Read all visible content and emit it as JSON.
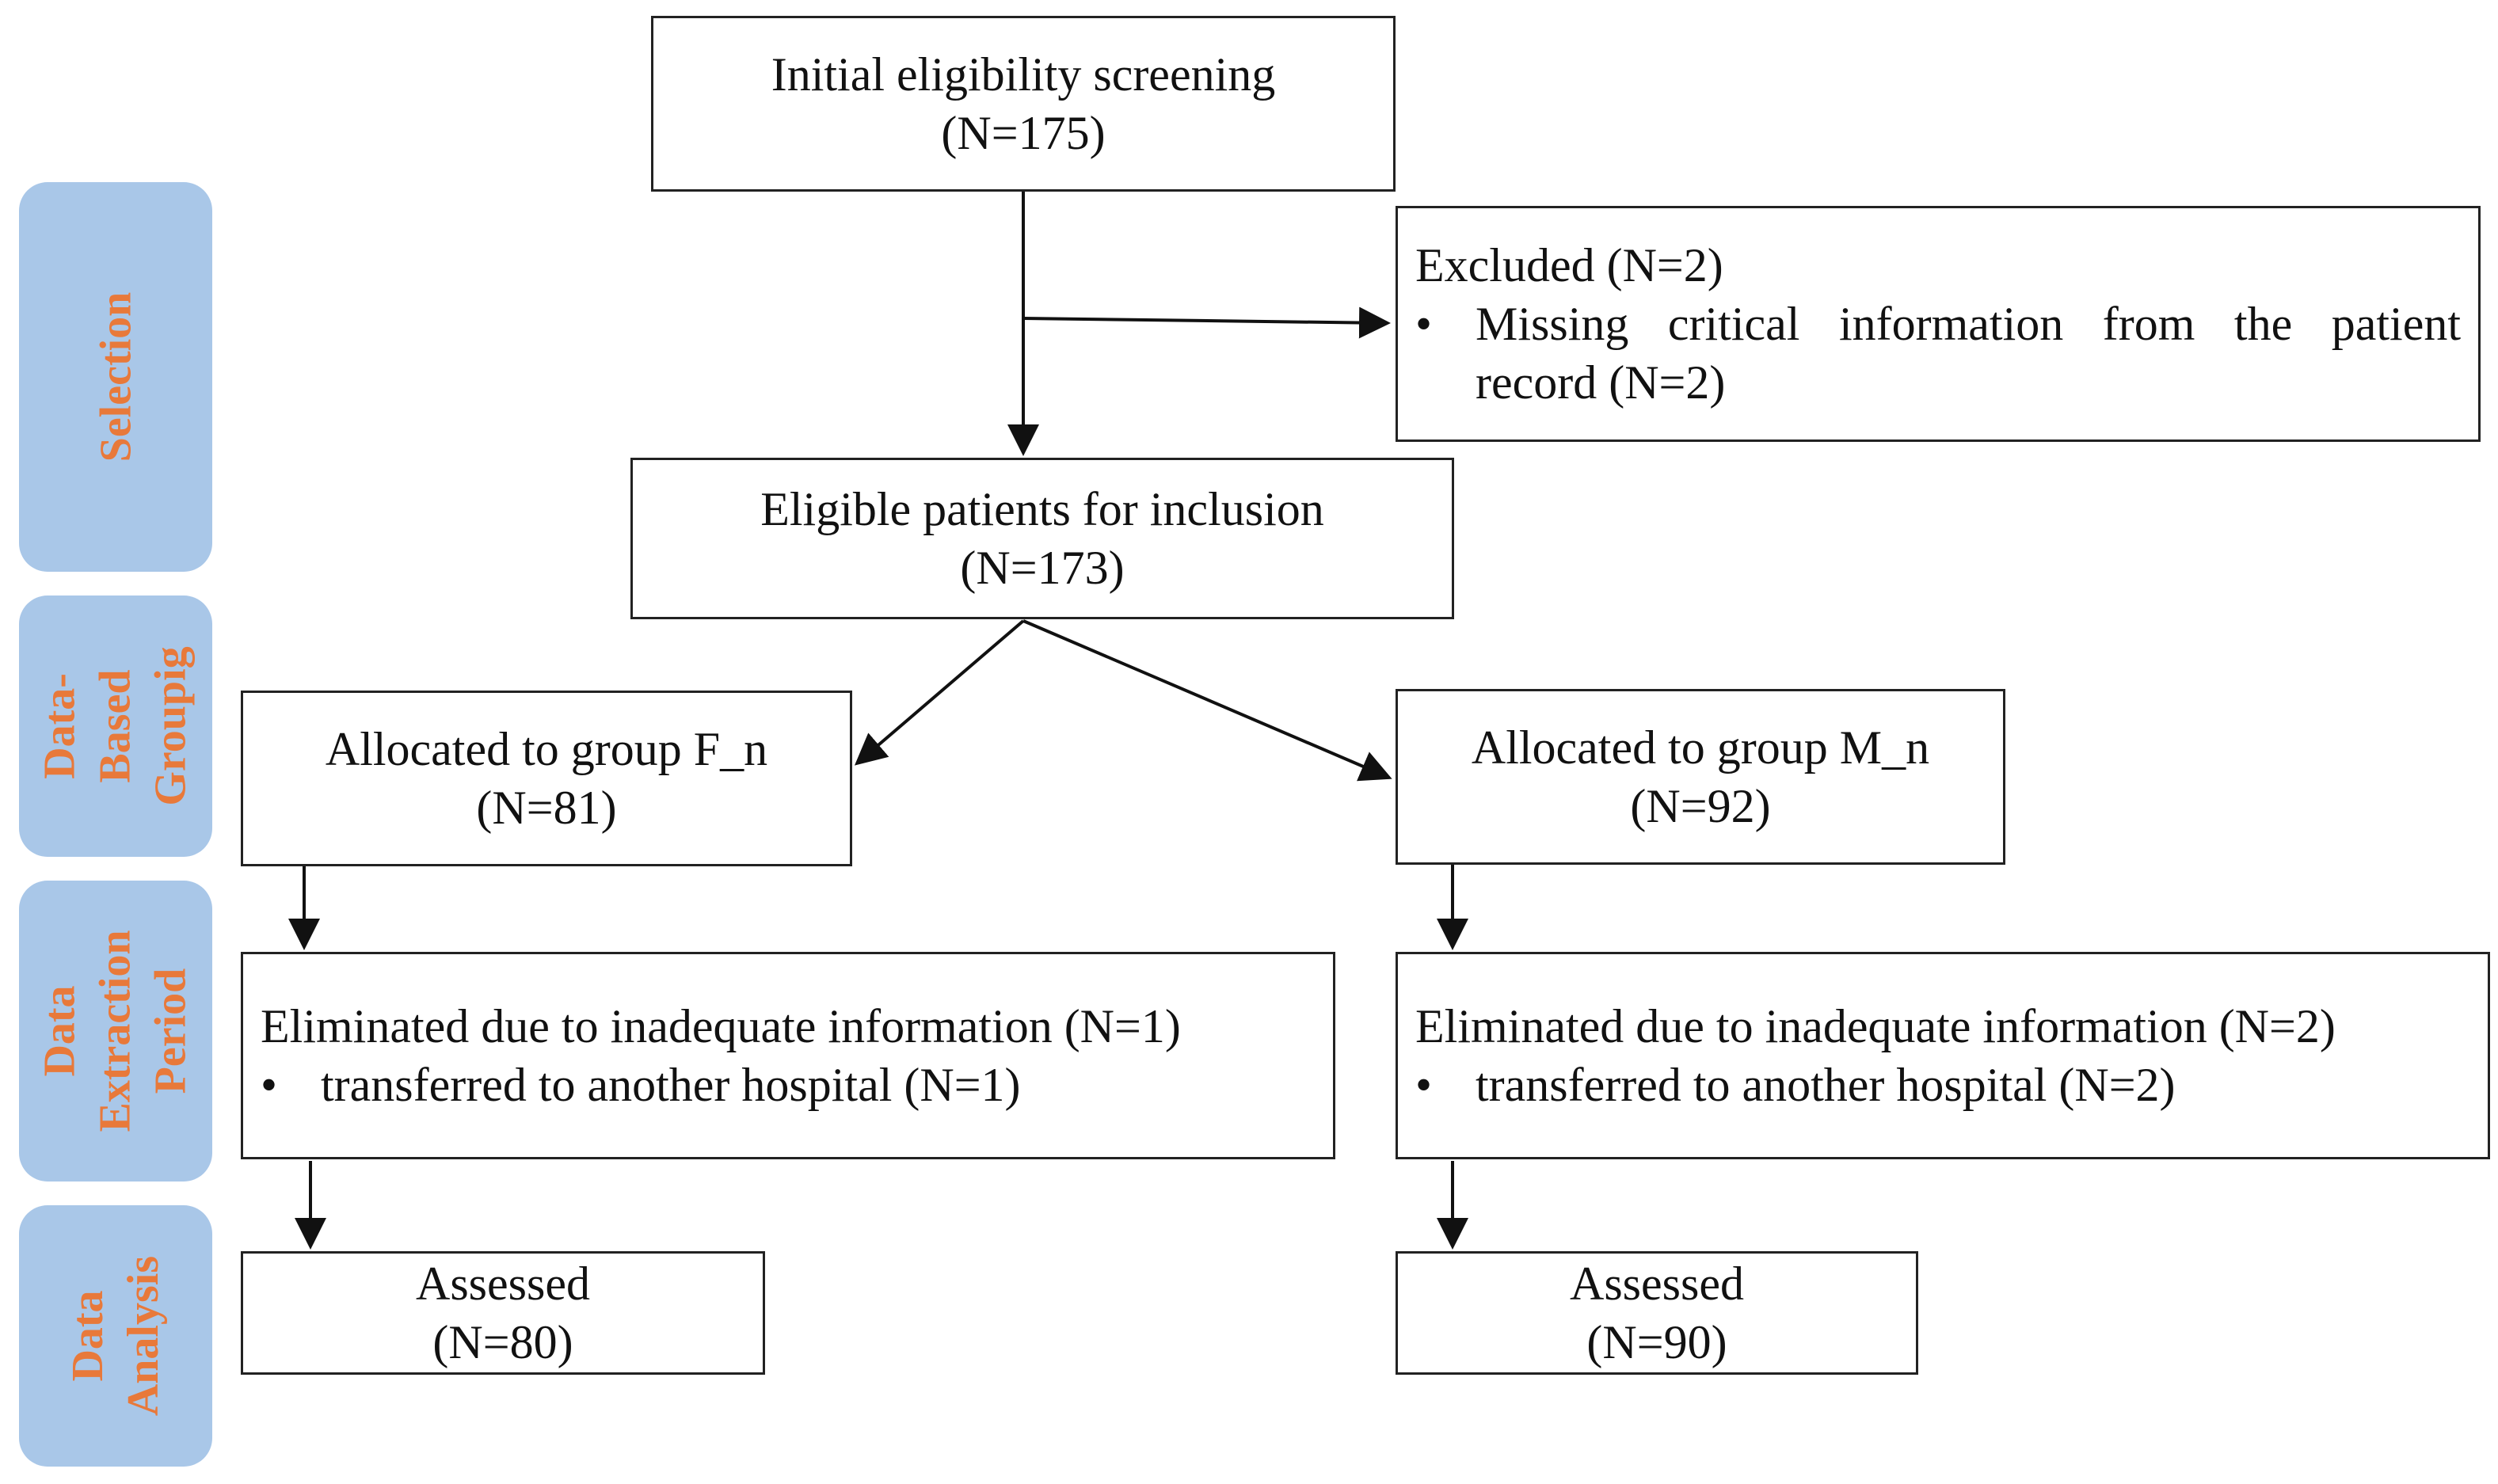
{
  "phases": [
    {
      "lines": [
        "Selection"
      ]
    },
    {
      "lines": [
        "Data-",
        "Based",
        "Groupig"
      ]
    },
    {
      "lines": [
        "Data",
        "Extraction",
        "Period"
      ]
    },
    {
      "lines": [
        "Data",
        "Analysis"
      ]
    }
  ],
  "screening": {
    "title": "Initial eligibility screening",
    "count": "(N=175)"
  },
  "excluded": {
    "title": "Excluded (N=2)",
    "bullet": "•",
    "reason_line1": "Missing critical information from the patient",
    "reason_line2": "record (N=2)"
  },
  "eligible": {
    "title": "Eligible patients for inclusion",
    "count": "(N=173)"
  },
  "group_f": {
    "title": "Allocated to group F_n",
    "count": "(N=81)"
  },
  "group_m": {
    "title": "Allocated to group M_n",
    "count": "(N=92)"
  },
  "elim_f": {
    "title": "Eliminated due to inadequate information (N=1)",
    "bullet": "•",
    "reason": "transferred to another hospital (N=1)"
  },
  "elim_m": {
    "title": "Eliminated due to inadequate information (N=2)",
    "bullet": "•",
    "reason": "transferred to another hospital (N=2)"
  },
  "assessed_f": {
    "title": "Assessed",
    "count": "(N=80)"
  },
  "assessed_m": {
    "title": "Assessed",
    "count": "(N=90)"
  },
  "colors": {
    "phase_bg": "#a9c7e8",
    "phase_text": "#e8793a",
    "box_border": "#222222",
    "arrow": "#111111"
  }
}
